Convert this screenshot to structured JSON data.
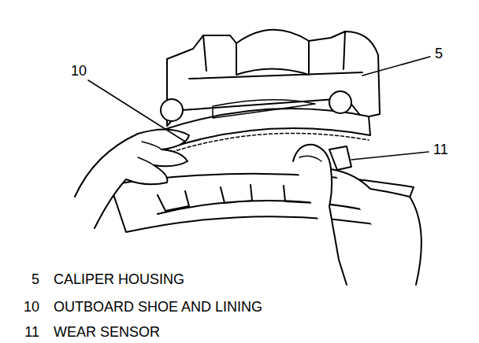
{
  "diagram": {
    "labels": [
      "10",
      "5",
      "11",
      "5",
      "CALIPER HOUSING",
      "10",
      "OUTBOARD SHOE AND LINING",
      "11",
      "WEAR SENSOR"
    ]
  }
}
